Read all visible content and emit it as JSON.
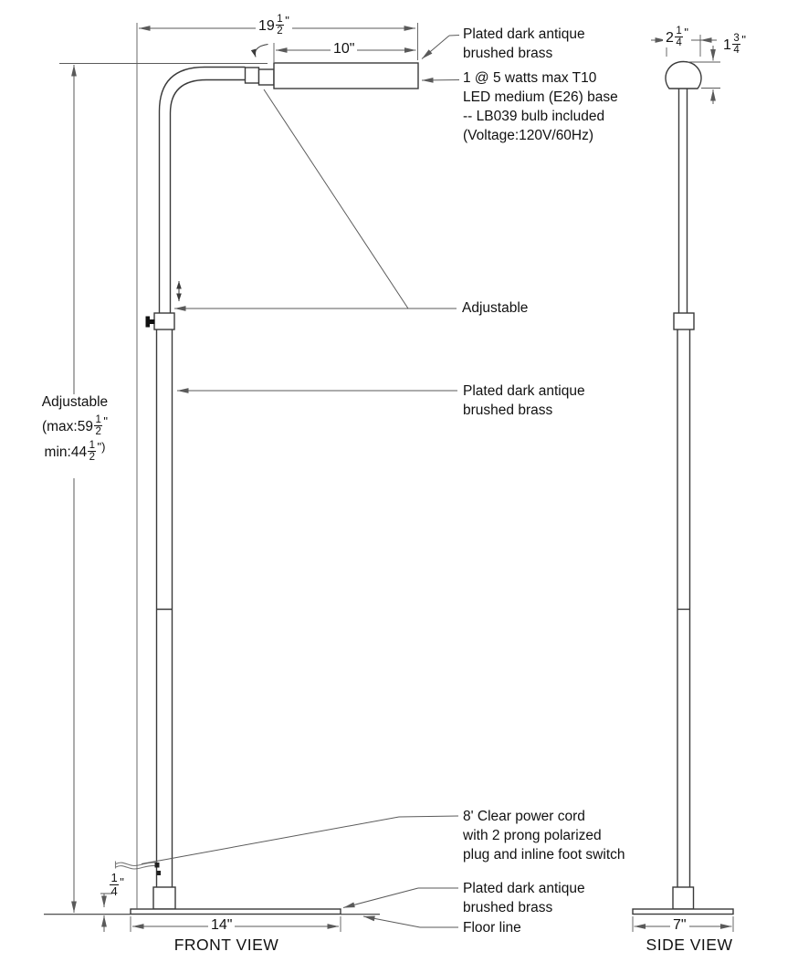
{
  "annotations": {
    "brass_top": {
      "line1": "Plated dark antique",
      "line2": "brushed brass"
    },
    "bulb": {
      "line1": "1 @ 5 watts max T10",
      "line2": "LED medium (E26) base",
      "line3": "-- LB039 bulb included",
      "line4": "(Voltage:120V/60Hz)"
    },
    "adjustable_head": "Adjustable",
    "brass_mid": {
      "line1": "Plated dark antique",
      "line2": "brushed brass"
    },
    "cord": {
      "line1": "8' Clear power cord",
      "line2": "with 2 prong polarized",
      "line3": "plug and inline foot switch"
    },
    "brass_bottom": {
      "line1": "Plated dark antique",
      "line2": "brushed brass"
    },
    "floor_line": "Floor line"
  },
  "height_label": {
    "line1": "Adjustable",
    "max_prefix": "(max:59",
    "max_num": "1",
    "max_den": "2",
    "max_suffix": "\"",
    "min_prefix": "min:44",
    "min_num": "1",
    "min_den": "2",
    "min_suffix": "\")"
  },
  "dimensions": {
    "overall_width": {
      "whole": "19",
      "num": "1",
      "den": "2",
      "unit": "\""
    },
    "shade_width": "10\"",
    "base_width_front": "14\"",
    "base_thickness": {
      "num": "1",
      "den": "4",
      "unit": "\""
    },
    "shade_depth_side": {
      "whole": "2",
      "num": "1",
      "den": "4",
      "unit": "\""
    },
    "shade_height_side": {
      "whole": "1",
      "num": "3",
      "den": "4",
      "unit": "\""
    },
    "base_width_side": "7\""
  },
  "captions": {
    "front_view": "FRONT VIEW",
    "side_view": "SIDE VIEW"
  },
  "colors": {
    "outline": "#3a3a3a",
    "dim_line": "#5a5a5a",
    "text": "#111111",
    "background": "#ffffff"
  }
}
